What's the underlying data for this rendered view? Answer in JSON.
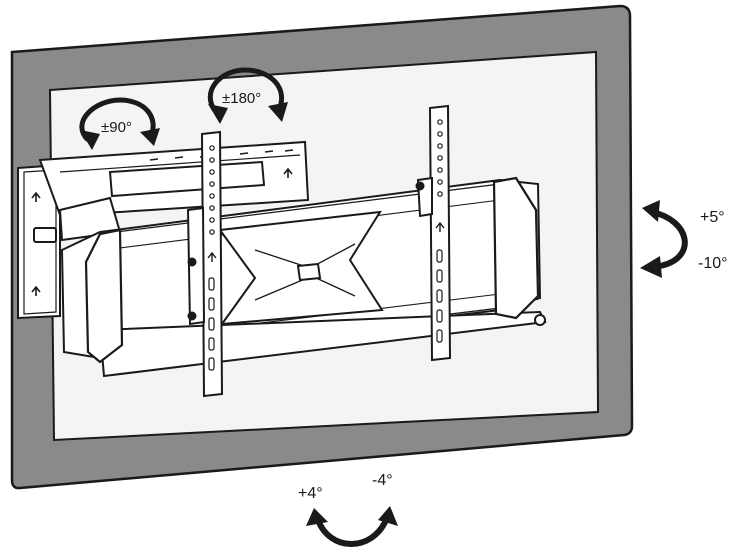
{
  "diagram": {
    "title": "",
    "labels": {
      "swivel_arm": "±90°",
      "rotation": "±180°",
      "tilt_up": "+5°",
      "tilt_down": "-10°",
      "level_plus": "+4°",
      "level_minus": "-4°"
    },
    "icons": {
      "swivel_arm": "rotate-arrow-icon",
      "rotation": "rotate-arrow-icon",
      "tilt": "curved-arrow-icon",
      "level": "curved-arrow-icon"
    },
    "colors": {
      "tv_bezel": "#8a8a8a",
      "screen": "#f4f4f4",
      "line": "#1a1a1a"
    }
  }
}
